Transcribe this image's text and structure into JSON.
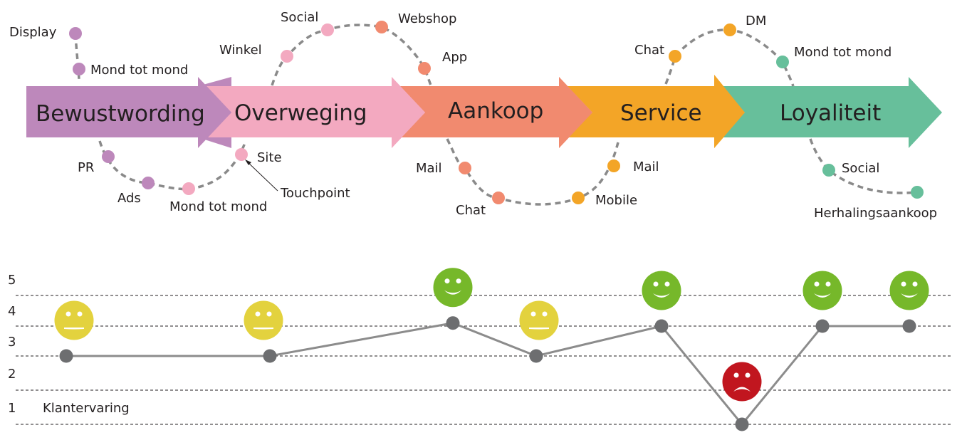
{
  "journey": {
    "stages": [
      {
        "label": "Bewustwording",
        "color": "#bd88bb"
      },
      {
        "label": "Overweging",
        "color": "#f3a9c0"
      },
      {
        "label": "Aankoop",
        "color": "#f18a6f"
      },
      {
        "label": "Service",
        "color": "#f3a527"
      },
      {
        "label": "Loyaliteit",
        "color": "#67bf9b"
      }
    ],
    "touchpoints": [
      {
        "label": "Display",
        "stage": 0
      },
      {
        "label": "Mond tot mond",
        "stage": 0
      },
      {
        "label": "PR",
        "stage": 0
      },
      {
        "label": "Ads",
        "stage": 0
      },
      {
        "label": "Mond tot mond",
        "stage": 1
      },
      {
        "label": "Site",
        "stage": 1
      },
      {
        "label": "Winkel",
        "stage": 1
      },
      {
        "label": "Social",
        "stage": 1
      },
      {
        "label": "Webshop",
        "stage": 2
      },
      {
        "label": "App",
        "stage": 2
      },
      {
        "label": "Mail",
        "stage": 2
      },
      {
        "label": "Chat",
        "stage": 2
      },
      {
        "label": "Mobile",
        "stage": 3
      },
      {
        "label": "Mail",
        "stage": 3
      },
      {
        "label": "Chat",
        "stage": 3
      },
      {
        "label": "DM",
        "stage": 3
      },
      {
        "label": "Mond tot mond",
        "stage": 4
      },
      {
        "label": "Social",
        "stage": 4
      },
      {
        "label": "Herhalingsaankoop",
        "stage": 4
      }
    ],
    "annotation": "Touchpoint",
    "path_color": "#8a8a8a"
  },
  "chart_data": {
    "type": "line",
    "title": "",
    "series_label": "Klantervaring",
    "y_ticks": [
      "1",
      "2",
      "3",
      "4",
      "5"
    ],
    "ylim": [
      1,
      5
    ],
    "grid": "dashed horizontal",
    "points": [
      {
        "value": 3.0,
        "mood": "neutral"
      },
      {
        "value": 3.0,
        "mood": "neutral"
      },
      {
        "value": 4.1,
        "mood": "happy"
      },
      {
        "value": 3.0,
        "mood": "neutral"
      },
      {
        "value": 4.0,
        "mood": "happy"
      },
      {
        "value": 1.0,
        "mood": "sad"
      },
      {
        "value": 4.0,
        "mood": "happy"
      },
      {
        "value": 4.0,
        "mood": "happy"
      }
    ],
    "mood_colors": {
      "happy": "#76b82a",
      "neutral": "#e3d23e",
      "sad": "#c1161f"
    },
    "line_color": "#8c8c8c",
    "marker_color": "#6d6e70"
  }
}
